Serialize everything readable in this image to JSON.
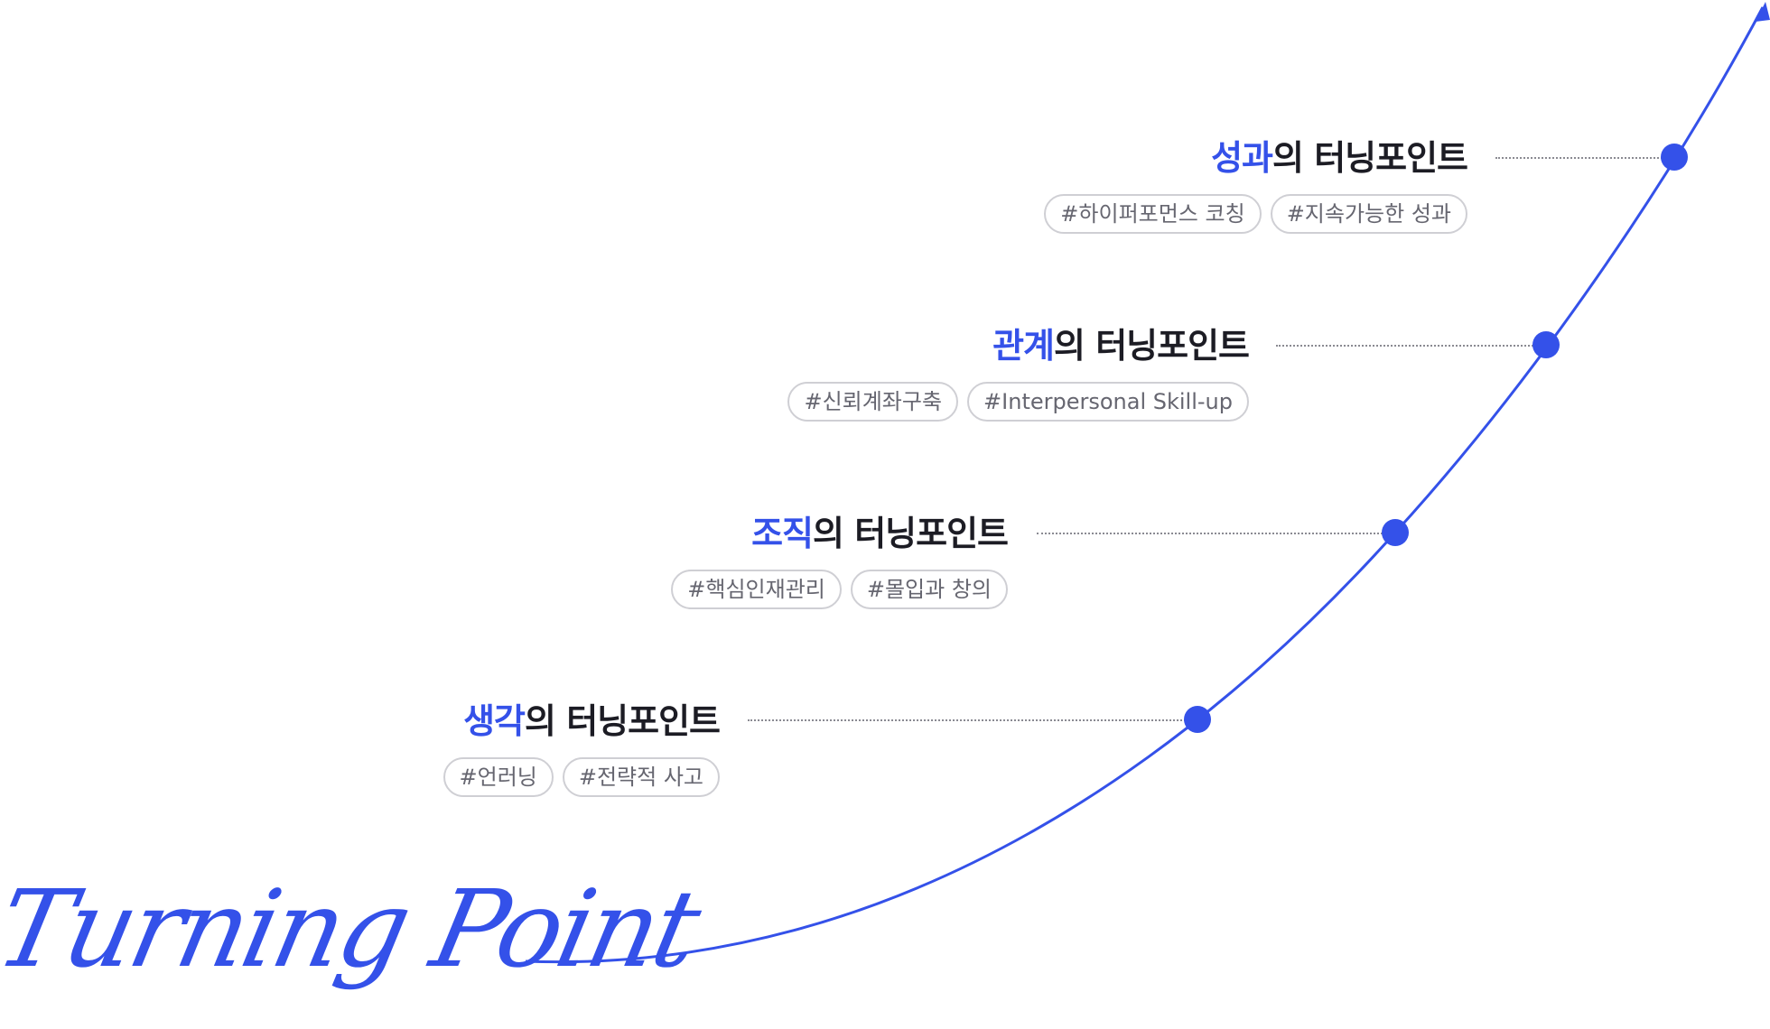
{
  "brand": {
    "script_title": "Turning Point",
    "accent_color": "#3451e9",
    "text_color": "#1c1c24",
    "tag_text_color": "#666670",
    "tag_border_color": "#cfcfd4"
  },
  "curve": {
    "icon": "arrow-head-icon"
  },
  "milestones": [
    {
      "accent": "생각",
      "rest": "의 터닝포인트",
      "tags": [
        "#언러닝",
        "#전략적 사고"
      ]
    },
    {
      "accent": "조직",
      "rest": "의 터닝포인트",
      "tags": [
        "#핵심인재관리",
        "#몰입과 창의"
      ]
    },
    {
      "accent": "관계",
      "rest": "의 터닝포인트",
      "tags": [
        "#신뢰계좌구축",
        "#Interpersonal Skill-up"
      ]
    },
    {
      "accent": "성과",
      "rest": "의 터닝포인트",
      "tags": [
        "#하이퍼포먼스 코칭",
        "#지속가능한 성과"
      ]
    }
  ]
}
